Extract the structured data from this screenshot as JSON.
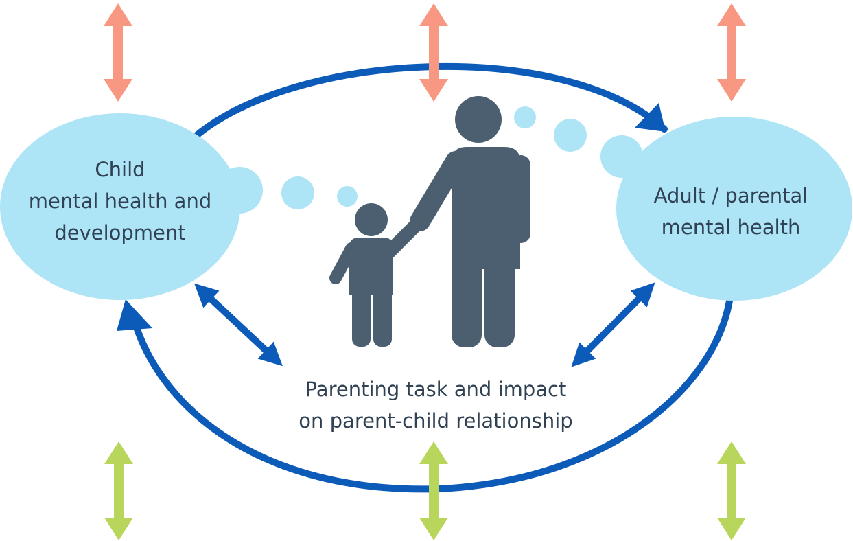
{
  "colors": {
    "cycle_arrow": "#0d5bb8",
    "cloud_fill": "#ade4f6",
    "figure": "#4b5f70",
    "top_arrows": "#f99882",
    "bottom_arrows": "#b8d65c",
    "text": "#2f4152"
  },
  "child_cloud": {
    "lines": [
      "Child",
      "mental health and",
      "development"
    ]
  },
  "adult_cloud": {
    "lines": [
      "Adult / parental",
      "mental health"
    ]
  },
  "parenting": {
    "lines": [
      "Parenting task and impact",
      "on parent-child relationship"
    ]
  },
  "figures": {
    "icon": "adult-holding-child-hand-icon"
  }
}
